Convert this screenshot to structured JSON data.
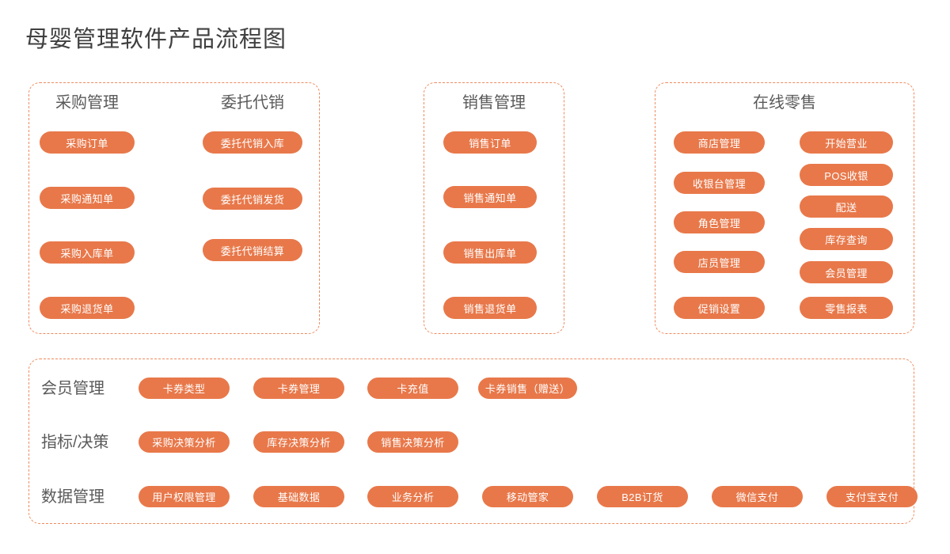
{
  "title": "母婴管理软件产品流程图",
  "theme": {
    "pill_fill": "#e8784a",
    "pill_text": "#ffffff",
    "panel_border": "#ef8b5e",
    "heading_text": "#5a5a5a",
    "title_text": "#3f3f3f",
    "background": "#ffffff"
  },
  "panels": [
    {
      "id": "panel-procurement",
      "columns": [
        {
          "heading": "采购管理",
          "items": [
            "采购订单",
            "采购通知单",
            "采购入库单",
            "采购退货单"
          ]
        },
        {
          "heading": "委托代销",
          "items": [
            "委托代销入库",
            "委托代销发货",
            "委托代销结算"
          ]
        }
      ]
    },
    {
      "id": "panel-sales",
      "columns": [
        {
          "heading": "销售管理",
          "items": [
            "销售订单",
            "销售通知单",
            "销售出库单",
            "销售退货单"
          ]
        }
      ]
    },
    {
      "id": "panel-online-retail",
      "heading": "在线零售",
      "columns": [
        {
          "heading": "",
          "items": [
            "商店管理",
            "收银台管理",
            "角色管理",
            "店员管理",
            "促销设置"
          ]
        },
        {
          "heading": "",
          "items": [
            "开始营业",
            "POS收银",
            "配送",
            "库存查询",
            "会员管理",
            "零售报表"
          ]
        }
      ]
    }
  ],
  "bottom_panel": {
    "id": "panel-bottom",
    "rows": [
      {
        "label": "会员管理",
        "items": [
          "卡券类型",
          "卡券管理",
          "卡充值",
          "卡券销售（赠送）"
        ]
      },
      {
        "label": "指标/决策",
        "items": [
          "采购决策分析",
          "库存决策分析",
          "销售决策分析"
        ]
      },
      {
        "label": "数据管理",
        "items": [
          "用户权限管理",
          "基础数据",
          "业务分析",
          "移动管家",
          "B2B订货",
          "微信支付",
          "支付宝支付"
        ]
      }
    ]
  }
}
